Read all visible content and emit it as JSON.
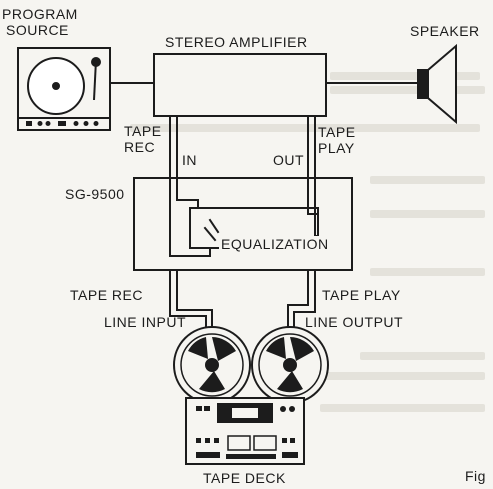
{
  "labels": {
    "program_source": [
      "PROGRAM",
      "SOURCE"
    ],
    "speaker": "SPEAKER",
    "stereo_amplifier": "STEREO AMPLIFIER",
    "tape_rec_amp": [
      "TAPE",
      "REC"
    ],
    "tape_play_amp": [
      "TAPE",
      "PLAY"
    ],
    "in": "IN",
    "out": "OUT",
    "sg9500": "SG-9500",
    "equalization": "EQUALIZATION",
    "tape_rec": "TAPE REC",
    "tape_play": "TAPE PLAY",
    "line_input": "LINE INPUT",
    "line_output": "LINE OUTPUT",
    "tape_deck": "TAPE DECK",
    "fig": "Fig"
  },
  "colors": {
    "ink": "#1c1c1c",
    "paper": "#f6f5f1"
  },
  "icons": {
    "turntable": "turntable-icon",
    "speaker": "speaker-icon",
    "tape_deck": "reel-to-reel-tape-deck-icon"
  }
}
